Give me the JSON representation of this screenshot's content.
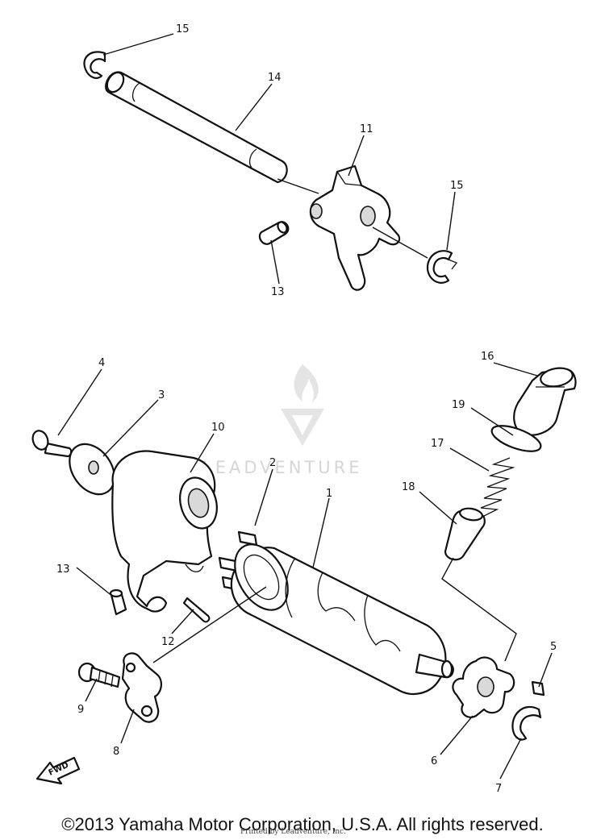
{
  "watermark": {
    "text": "LEADVENTURE"
  },
  "fwd_label": "FWD",
  "callouts": {
    "c1": "1",
    "c2": "2",
    "c3": "3",
    "c4": "4",
    "c5": "5",
    "c6": "6",
    "c7": "7",
    "c8": "8",
    "c9": "9",
    "c10": "10",
    "c11": "11",
    "c12": "12",
    "c13_top": "13",
    "c13_bottom": "13",
    "c14": "14",
    "c15_left": "15",
    "c15_right": "15",
    "c16": "16",
    "c17": "17",
    "c18": "18",
    "c19": "19"
  },
  "footer": {
    "copyright": "©2013 Yamaha Motor Corporation, U.S.A. All rights reserved.",
    "stamp": "Printed by Leadventure, Inc."
  }
}
